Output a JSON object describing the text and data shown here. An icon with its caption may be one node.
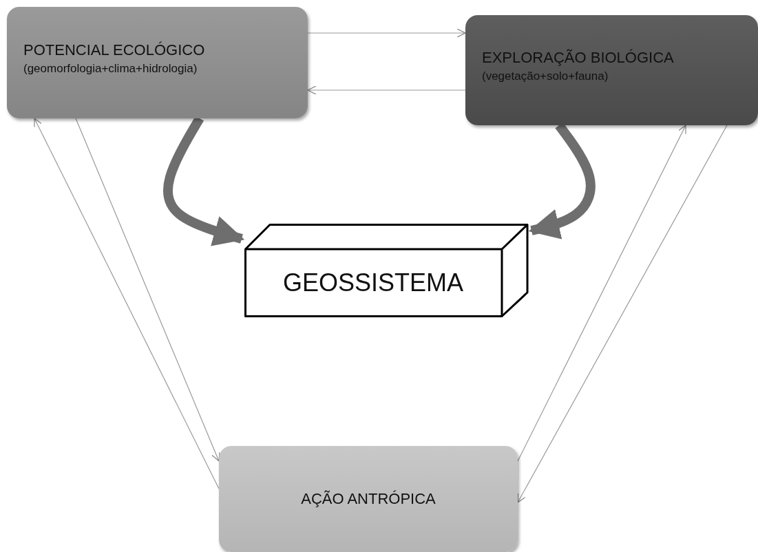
{
  "diagram": {
    "nodes": [
      {
        "text": [
          "POTENCIAL ECOLÓGICO",
          "(geomorfologia+clima+hidrologia)"
        ]
      },
      {
        "text": [
          "EXPLORAÇÃO BIOLÓGICA",
          "(vegetação+solo+fauna)"
        ]
      },
      {
        "text": [
          "GEOSSISTEMA"
        ]
      },
      {
        "text": [
          "AÇÃO ANTRÓPICA"
        ]
      }
    ],
    "edges": [
      {
        "from": 0,
        "to": 1,
        "arrow": "to"
      },
      {
        "from": 1,
        "to": 0,
        "arrow": "to"
      },
      {
        "from": 0,
        "to": 2,
        "arrow": "to",
        "style": "thick",
        "color": "#6e6e6e"
      },
      {
        "from": 1,
        "to": 2,
        "arrow": "to",
        "style": "thick",
        "color": "#6e6e6e"
      },
      {
        "from": 3,
        "to": 0,
        "arrow": "to"
      },
      {
        "from": 0,
        "to": 3,
        "arrow": "to"
      },
      {
        "from": 3,
        "to": 1,
        "arrow": "to"
      },
      {
        "from": 1,
        "to": 3,
        "arrow": "to"
      }
    ]
  }
}
